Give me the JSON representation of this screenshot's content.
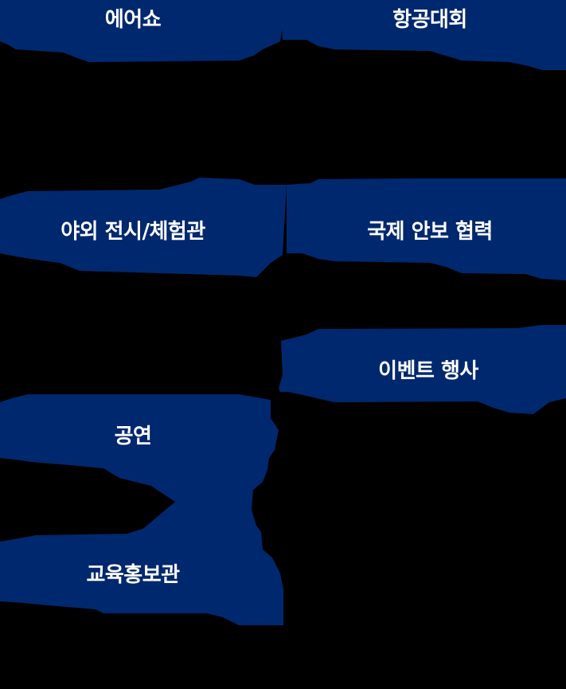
{
  "colors": {
    "background": "#000000",
    "banner_fill": "#00286e",
    "label_text": "#ffffff"
  },
  "banners": [
    {
      "id": "airshow",
      "label": "에어쇼"
    },
    {
      "id": "aviation-contest",
      "label": "항공대회"
    },
    {
      "id": "outdoor-exhibition",
      "label": "야외 전시/체험관"
    },
    {
      "id": "international-security",
      "label": "국제 안보 협력"
    },
    {
      "id": "event",
      "label": "이벤트 행사"
    },
    {
      "id": "performance",
      "label": "공연"
    },
    {
      "id": "education-pr",
      "label": "교육홍보관"
    }
  ]
}
